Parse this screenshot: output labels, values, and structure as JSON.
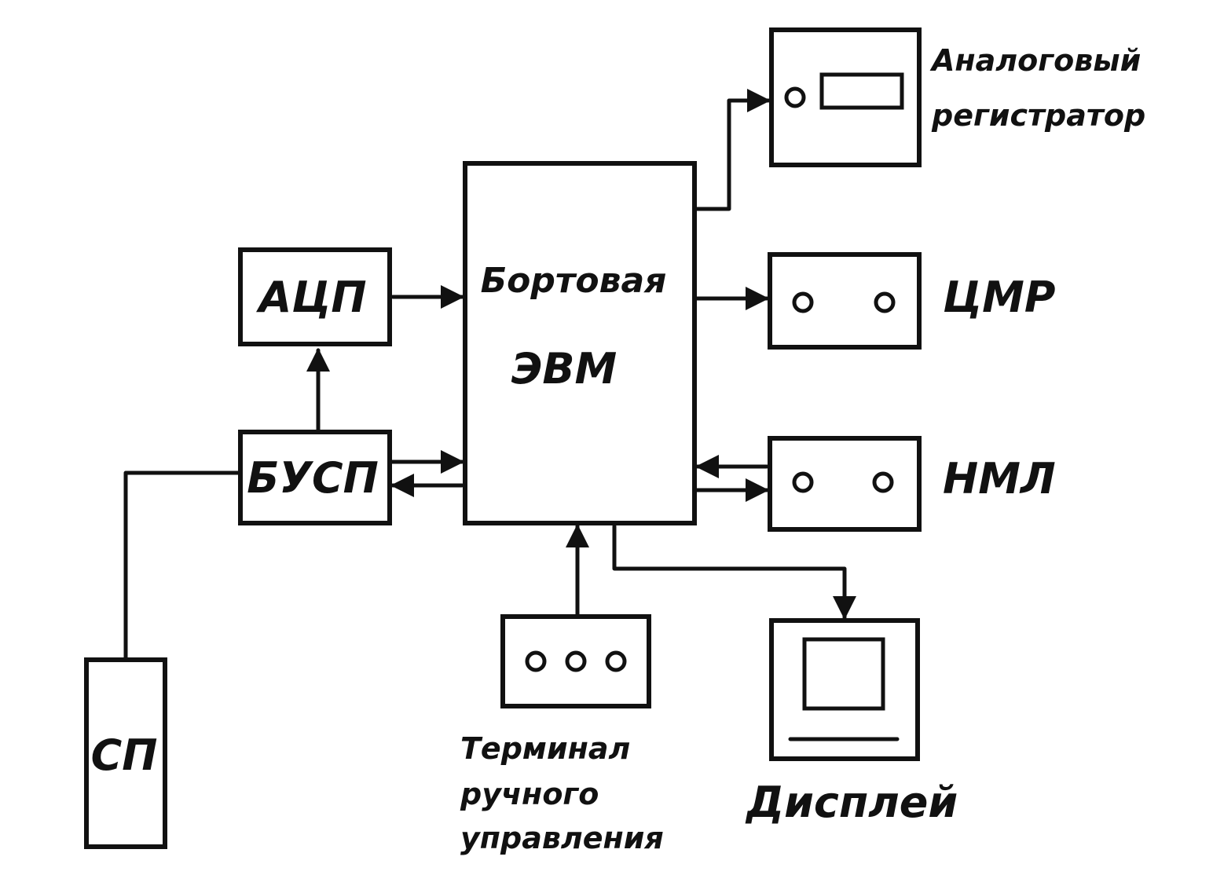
{
  "blocks": {
    "adc": "АЦП",
    "busp": "БУСП",
    "sp": "СП",
    "computer_line1": "Бортовая",
    "computer_line2": "ЭВМ",
    "cmr": "ЦМР",
    "nmp": "НМЛ"
  },
  "labels": {
    "analog_line1": "Аналоговый",
    "analog_line2": "регистратор",
    "terminal_line1": "Терминал",
    "terminal_line2": "ручного",
    "terminal_line3": "управления",
    "display": "Дисплей"
  },
  "colors": {
    "ink": "#111111",
    "paper": "#ffffff"
  }
}
